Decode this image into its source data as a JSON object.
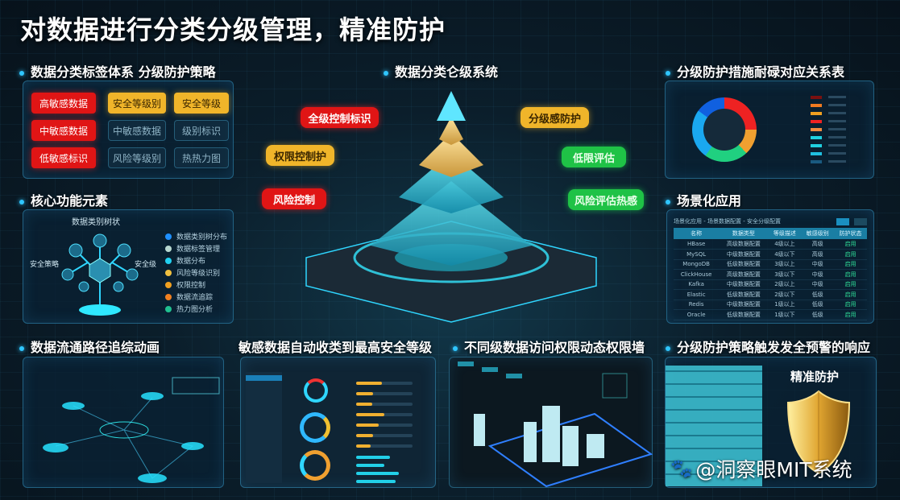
{
  "title": "对数据进行分类分级管理，精准防护",
  "panels": {
    "tags": {
      "header": "数据分类标签体系  分级防护策略",
      "buttons": [
        {
          "label": "高敏感数据",
          "color": "red"
        },
        {
          "label": "安全等级别",
          "color": "yellow"
        },
        {
          "label": "安全等级",
          "color": "yellow"
        },
        {
          "label": "中敏感数据",
          "color": "red"
        },
        {
          "label": "中敏感数据",
          "color": "dim"
        },
        {
          "label": "级别标识",
          "color": "dim"
        },
        {
          "label": "低敏感标识",
          "color": "red"
        },
        {
          "label": "风险等级别",
          "color": "dim"
        },
        {
          "label": "热热力图",
          "color": "dim"
        }
      ]
    },
    "pyramid": {
      "header": "数据分类仑级系统",
      "labels": [
        {
          "label": "全级控制标识",
          "color": "red"
        },
        {
          "label": "权限控制护",
          "color": "yellow"
        },
        {
          "label": "风险控制",
          "color": "red"
        },
        {
          "label": "分级感防护",
          "color": "yellow"
        },
        {
          "label": "低限评估",
          "color": "green"
        },
        {
          "label": "风险评估热感",
          "color": "green"
        }
      ]
    },
    "mapping": {
      "header": "分级防护措施耐碌对应关系表",
      "donut_colors": [
        "#ee2222",
        "#f0a030",
        "#20d080",
        "#1aa8f0",
        "#1060e0"
      ]
    },
    "core": {
      "header": "核心功能元素",
      "tree_title": "数据类别树状",
      "tree_left": "安全策略",
      "tree_right": "安全级",
      "legend": [
        {
          "label": "数据类别树分布",
          "color": "#1e90ff"
        },
        {
          "label": "数据标签管理",
          "color": "#b8d8d0"
        },
        {
          "label": "数据分布",
          "color": "#22d0f0"
        },
        {
          "label": "风险等级识别",
          "color": "#f0c040"
        },
        {
          "label": "权限控制",
          "color": "#f0a020"
        },
        {
          "label": "数据流追踪",
          "color": "#f08020"
        },
        {
          "label": "热力图分析",
          "color": "#20c090"
        }
      ]
    },
    "scenario": {
      "header": "场景化应用",
      "breadcrumb": "场景化应用 - 场景数据配置 - 安全分级配置",
      "columns": [
        "名称",
        "数据类型",
        "等级描述",
        "敏感级别",
        "防护状态"
      ],
      "rows": [
        [
          "HBase",
          "高级数据配置",
          "4级以上",
          "高级",
          "启用"
        ],
        [
          "MySQL",
          "中级数据配置",
          "4级以下",
          "高级",
          "启用"
        ],
        [
          "MongoDB",
          "低级数据配置",
          "3级以上",
          "中级",
          "启用"
        ],
        [
          "ClickHouse",
          "高级数据配置",
          "3级以下",
          "中级",
          "启用"
        ],
        [
          "Kafka",
          "中级数据配置",
          "2级以上",
          "中级",
          "启用"
        ],
        [
          "Elastic",
          "低级数据配置",
          "2级以下",
          "低级",
          "启用"
        ],
        [
          "Redis",
          "中级数据配置",
          "1级以上",
          "低级",
          "启用"
        ],
        [
          "Oracle",
          "低级数据配置",
          "1级以下",
          "低级",
          "启用"
        ]
      ]
    },
    "flow": {
      "header": "数据流通路径追综动画"
    },
    "dashboard": {
      "header": "敏感数据自动收类到最高安全等级"
    },
    "wall": {
      "header": "不同级数据访问权限动态权限墙"
    },
    "alert": {
      "header": "分级防护策略触发发全预警的响应",
      "shield_label": "精准防护"
    }
  },
  "watermark": "@洞察眼MIT系统"
}
